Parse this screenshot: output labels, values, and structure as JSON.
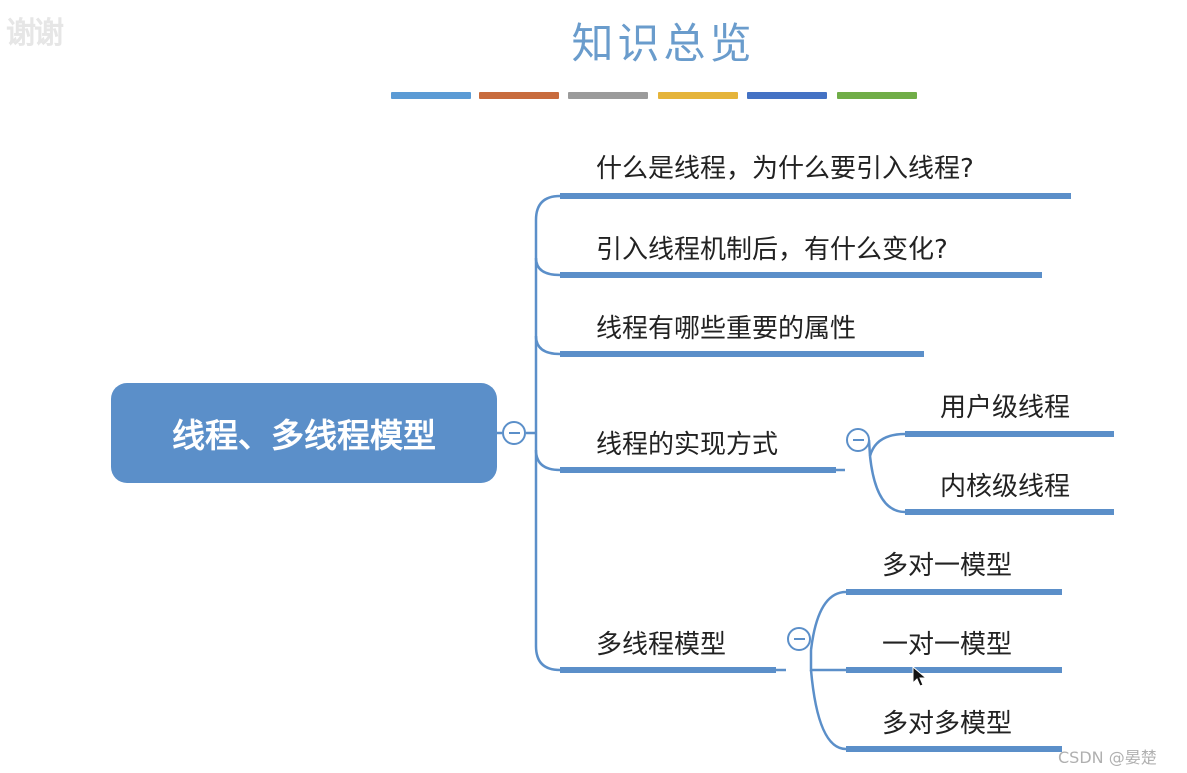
{
  "title": "知识总览",
  "title_colors": [
    "#5b9bd5",
    "#c86b3d",
    "#9b9b9b",
    "#e5b43a",
    "#4472c4",
    "#70ad47"
  ],
  "node_color": "#5b8fc9",
  "root": "线程、多线程模型",
  "branches": [
    {
      "label": "什么是线程，为什么要引入线程?"
    },
    {
      "label": "引入线程机制后，有什么变化?"
    },
    {
      "label": "线程有哪些重要的属性"
    },
    {
      "label": "线程的实现方式",
      "children": [
        "用户级线程",
        "内核级线程"
      ]
    },
    {
      "label": "多线程模型",
      "children": [
        "多对一模型",
        "一对一模型",
        "多对多模型"
      ]
    }
  ],
  "watermark": "CSDN @晏楚"
}
